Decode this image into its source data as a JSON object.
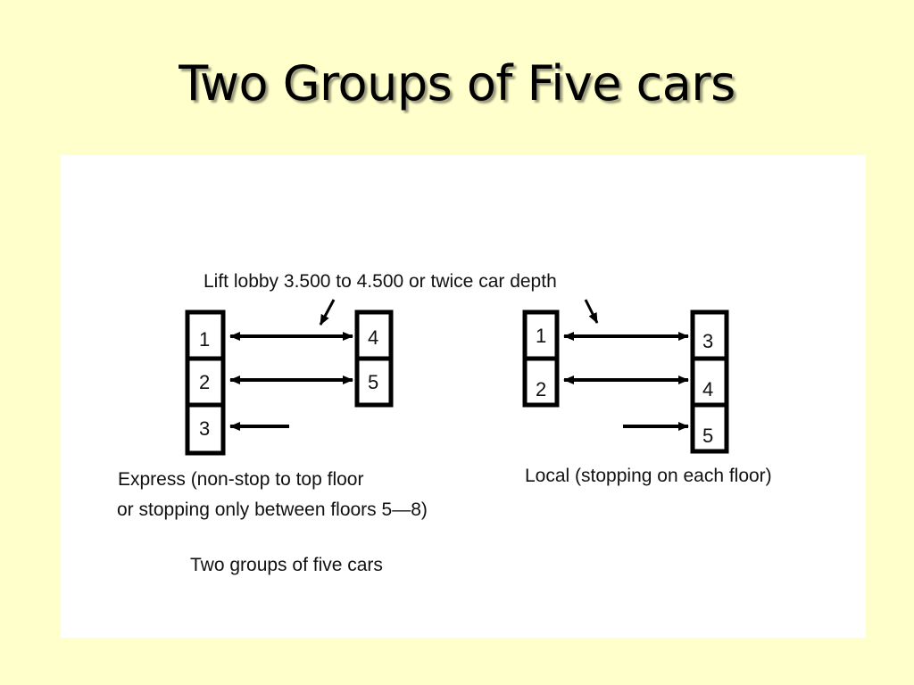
{
  "slide": {
    "title": "Two Groups of Five cars"
  },
  "diagram": {
    "lobby_label": "Lift lobby  3.500 to 4.500 or twice car depth",
    "express_group": {
      "left_cars": [
        "1",
        "2",
        "3"
      ],
      "right_cars": [
        "4",
        "5"
      ],
      "caption_line1": "Express (non-stop to top floor",
      "caption_line2": "or stopping only between floors 5—8)"
    },
    "local_group": {
      "left_cars": [
        "1",
        "2"
      ],
      "right_cars": [
        "3",
        "4",
        "5"
      ],
      "caption": "Local  (stopping on each floor)"
    },
    "figure_caption": "Two groups of five cars"
  },
  "colors": {
    "background": "#FFFFCC",
    "panel": "#FFFFFF",
    "ink": "#000000"
  }
}
